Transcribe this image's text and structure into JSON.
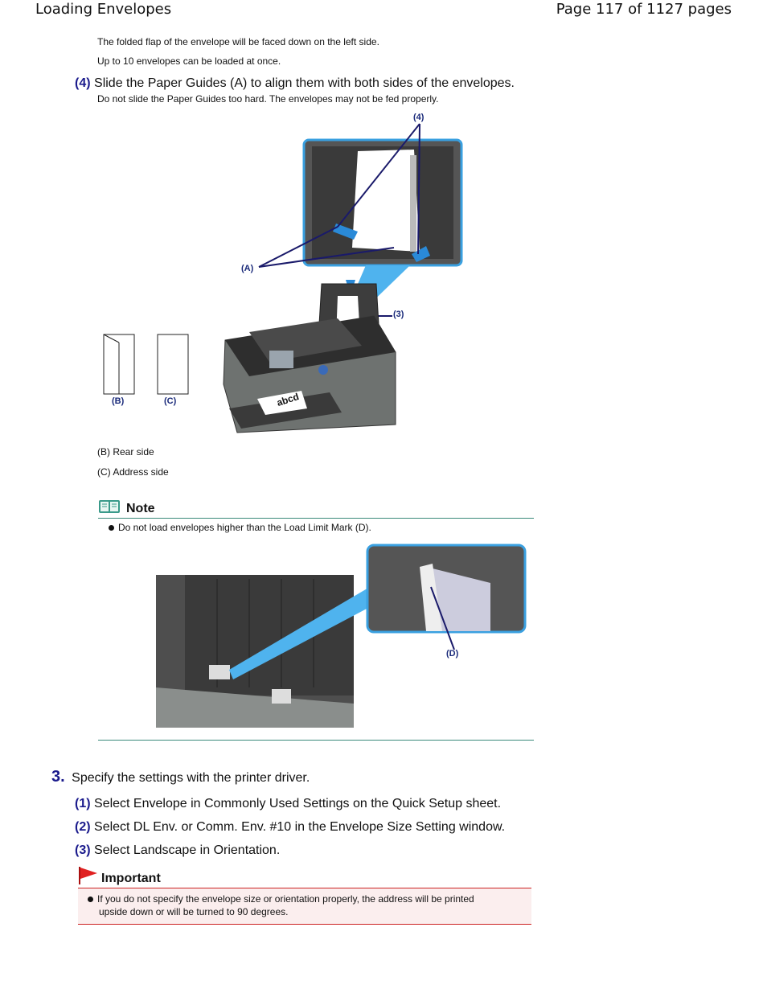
{
  "header": {
    "title": "Loading Envelopes",
    "page_info": "Page 117 of 1127 pages"
  },
  "intro": {
    "line1": "The folded flap of the envelope will be faced down on the left side.",
    "line2": "Up to 10 envelopes can be loaded at once."
  },
  "step4": {
    "num": "(4)",
    "text": "Slide the Paper Guides (A) to align them with both sides of the envelopes.",
    "detail": "Do not slide the Paper Guides too hard. The envelopes may not be fed properly."
  },
  "figure1": {
    "label_4": "(4)",
    "label_a": "(A)",
    "label_3": "(3)",
    "label_b": "(B)",
    "label_c": "(C)",
    "envelope_text": "abcd"
  },
  "captions": {
    "b": "(B) Rear side",
    "c": "(C) Address side"
  },
  "note": {
    "title": "Note",
    "icon": "book-icon",
    "item": "Do not load envelopes higher than the Load Limit Mark (D)."
  },
  "figure2": {
    "label_d": "(D)"
  },
  "step3": {
    "num": "3.",
    "text": "Specify the settings with the printer driver.",
    "subs": [
      {
        "num": "(1)",
        "text": "Select Envelope in Commonly Used Settings on the Quick Setup sheet."
      },
      {
        "num": "(2)",
        "text": "Select DL Env. or Comm. Env. #10 in the Envelope Size Setting window."
      },
      {
        "num": "(3)",
        "text": "Select Landscape in Orientation."
      }
    ]
  },
  "important": {
    "title": "Important",
    "icon": "red-flag-icon",
    "line1": "If you do not specify the envelope size or orientation properly, the address will be printed",
    "line2": "upside down or will be turned to 90 degrees."
  },
  "colors": {
    "step_blue": "#1a1a8c",
    "note_rule": "#3a8a7a",
    "important_red": "#cc2222",
    "important_bg": "#fbeeee",
    "zoom_blue": "#3aa0e0"
  }
}
